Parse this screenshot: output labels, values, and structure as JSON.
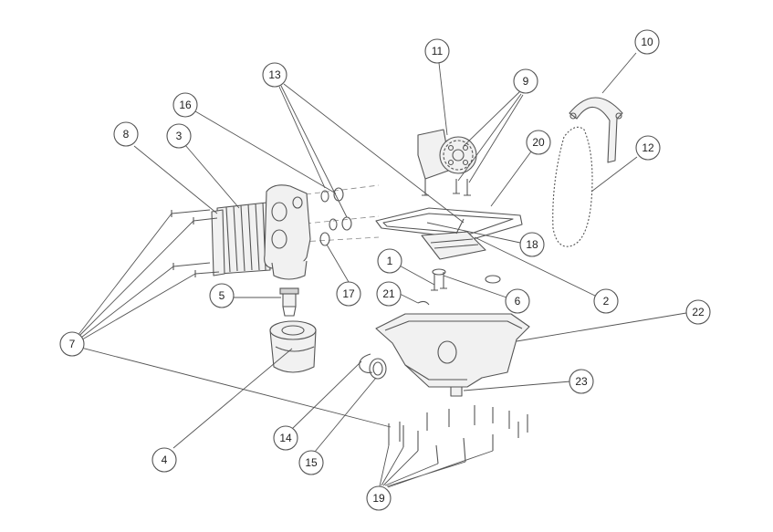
{
  "colors": {
    "line": "#555555",
    "fill": "#f1f1f1",
    "background": "#ffffff"
  },
  "callouts": [
    {
      "id": "c1",
      "label": "1"
    },
    {
      "id": "c2",
      "label": "2"
    },
    {
      "id": "c3",
      "label": "3"
    },
    {
      "id": "c4",
      "label": "4"
    },
    {
      "id": "c5",
      "label": "5"
    },
    {
      "id": "c6",
      "label": "6"
    },
    {
      "id": "c7",
      "label": "7"
    },
    {
      "id": "c8",
      "label": "8"
    },
    {
      "id": "c9",
      "label": "9"
    },
    {
      "id": "c10",
      "label": "10"
    },
    {
      "id": "c11",
      "label": "11"
    },
    {
      "id": "c12",
      "label": "12"
    },
    {
      "id": "c13",
      "label": "13"
    },
    {
      "id": "c14",
      "label": "14"
    },
    {
      "id": "c15",
      "label": "15"
    },
    {
      "id": "c16",
      "label": "16"
    },
    {
      "id": "c17",
      "label": "17"
    },
    {
      "id": "c18",
      "label": "18"
    },
    {
      "id": "c19",
      "label": "19"
    },
    {
      "id": "c20",
      "label": "20"
    },
    {
      "id": "c21",
      "label": "21"
    },
    {
      "id": "c22",
      "label": "22"
    },
    {
      "id": "c23",
      "label": "23"
    }
  ]
}
